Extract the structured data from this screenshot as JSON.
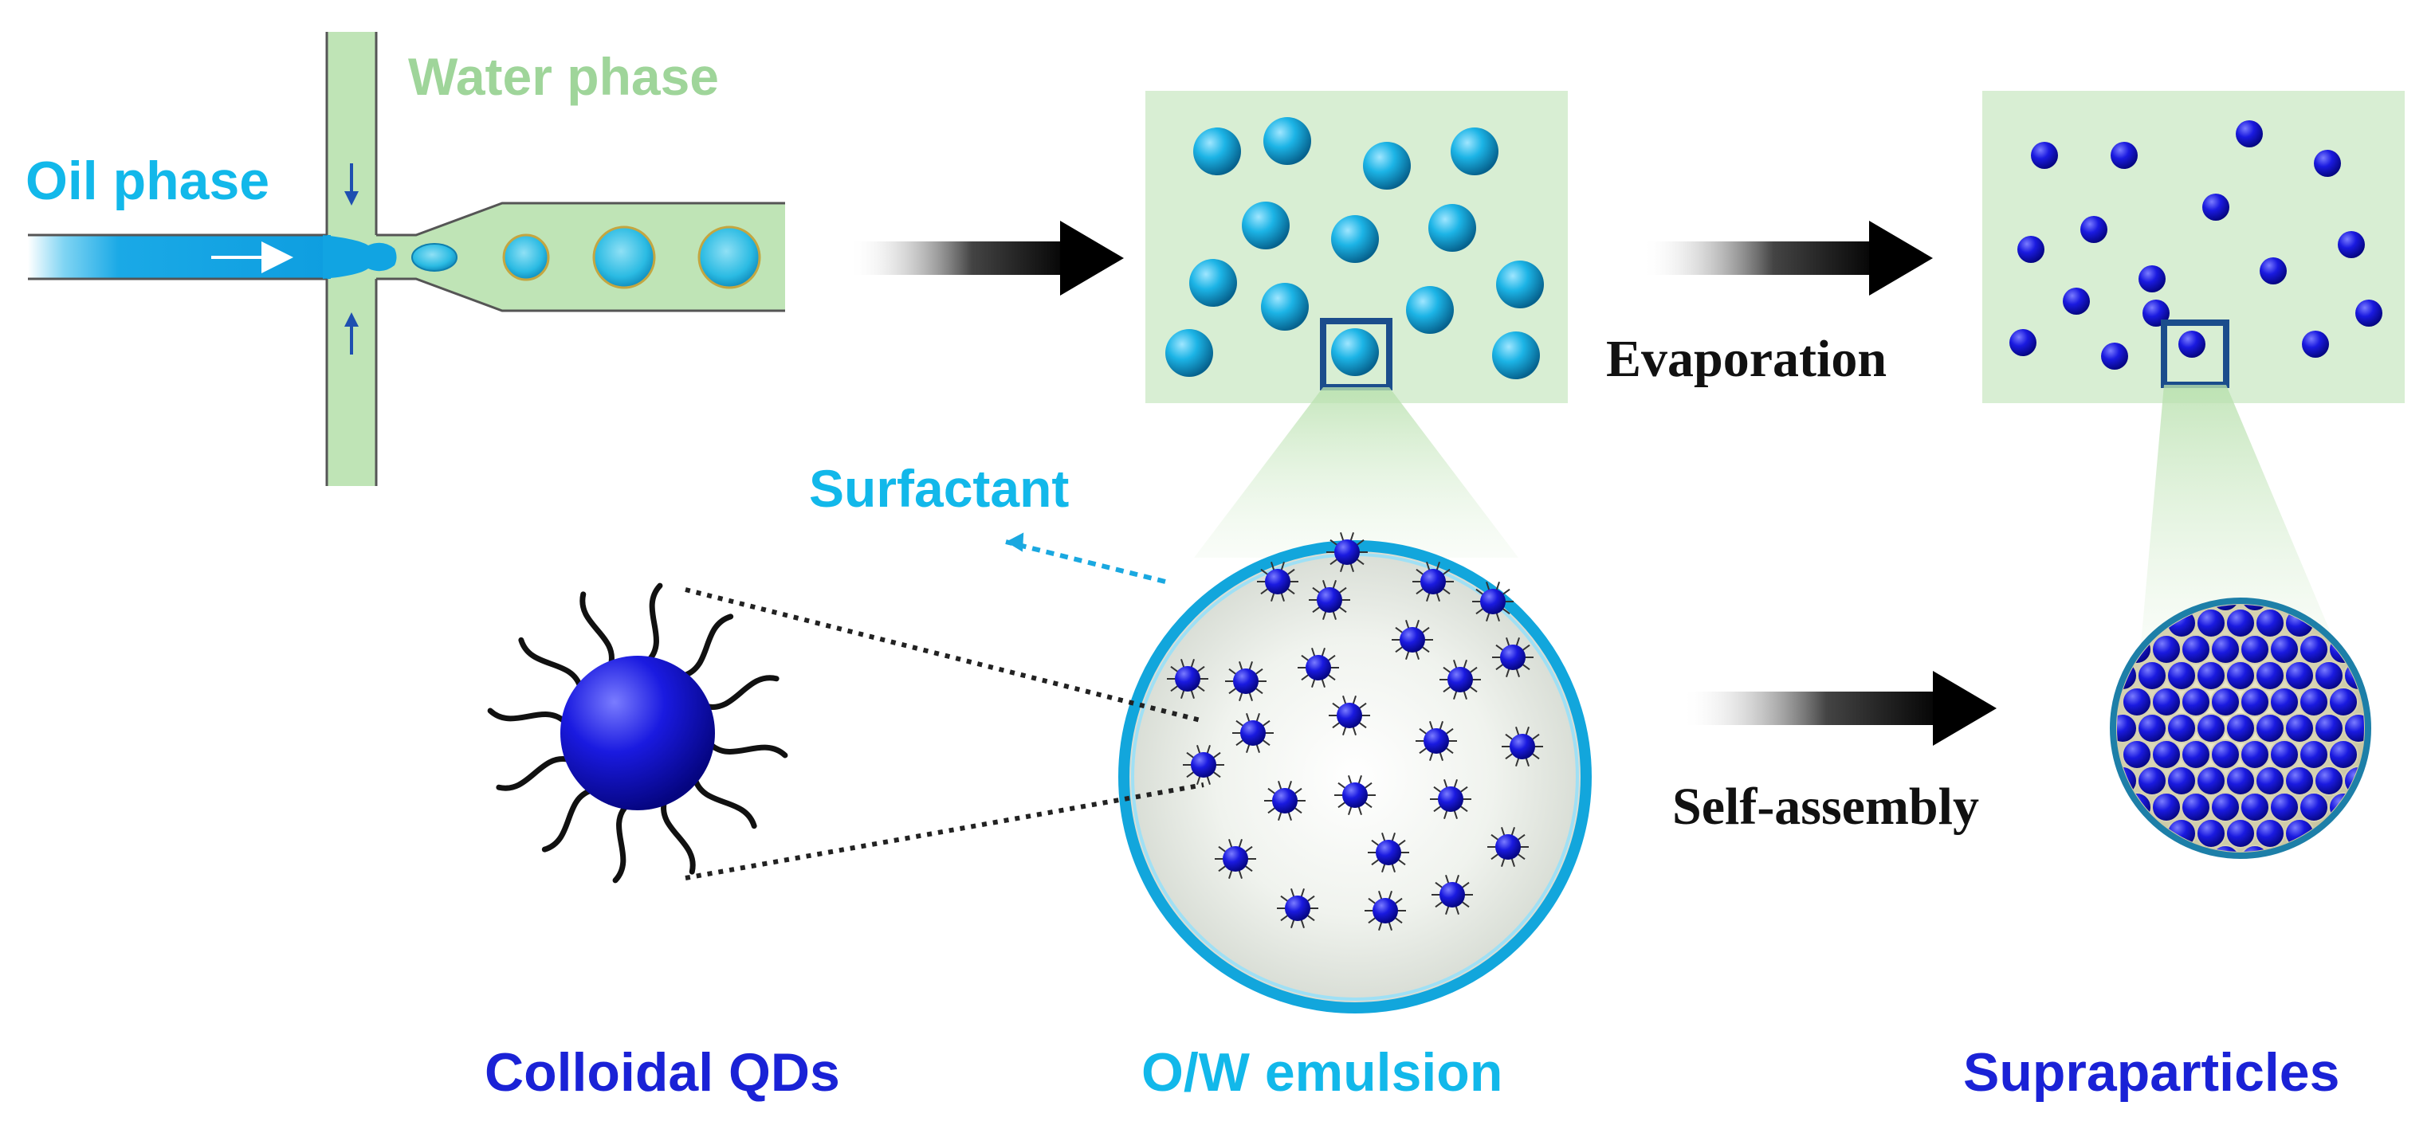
{
  "labels": {
    "water_phase": "Water phase",
    "oil_phase": "Oil phase",
    "surfactant": "Surfactant",
    "evaporation": "Evaporation",
    "self_assembly": "Self-assembly",
    "colloidal_qds": "Colloidal QDs",
    "ow_emulsion": "O/W emulsion",
    "supraparticles": "Supraparticles"
  },
  "colors": {
    "cyan_label": "#12b8ea",
    "green_label": "#9fd59a",
    "blue_label": "#1a22d6",
    "panel_bg": "#d8eed3",
    "channel": "#bfe4b6",
    "qd_blue": "#1616d8",
    "droplet": "#1aa7d9"
  }
}
